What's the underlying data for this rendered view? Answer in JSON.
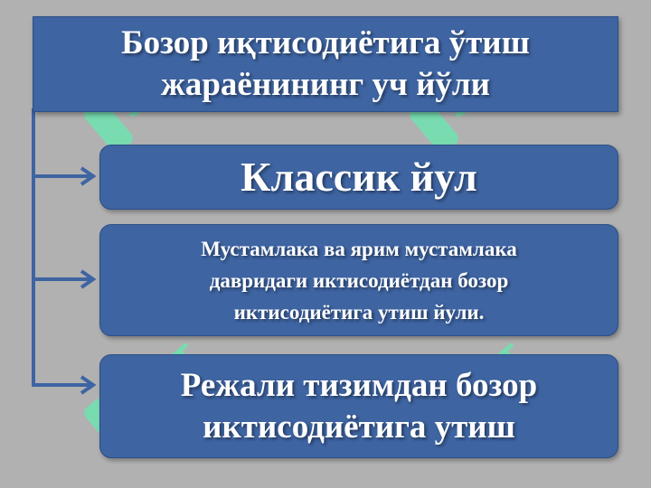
{
  "title": {
    "line1": "Бозор иқтисодиётига ўтиш",
    "line2": "жараёнининг уч йўли"
  },
  "items": [
    {
      "lines": [
        "Классик йул"
      ]
    },
    {
      "lines": [
        "Мустамлака ва ярим мустамлака",
        "давридаги иктисодиётдан бозор",
        "иктисодиётига утиш йули."
      ]
    },
    {
      "lines": [
        "Режали тизимдан бозор",
        "иктисодиётига утиш"
      ]
    }
  ],
  "colors": {
    "background": "#b1b1b1",
    "box_fill": "#3e64a2",
    "box_border": "#2c4f86",
    "connector": "#3e64a2",
    "text": "#ffffff",
    "watermark": "#4dffb0"
  },
  "watermark": {
    "text": "SOFT"
  }
}
